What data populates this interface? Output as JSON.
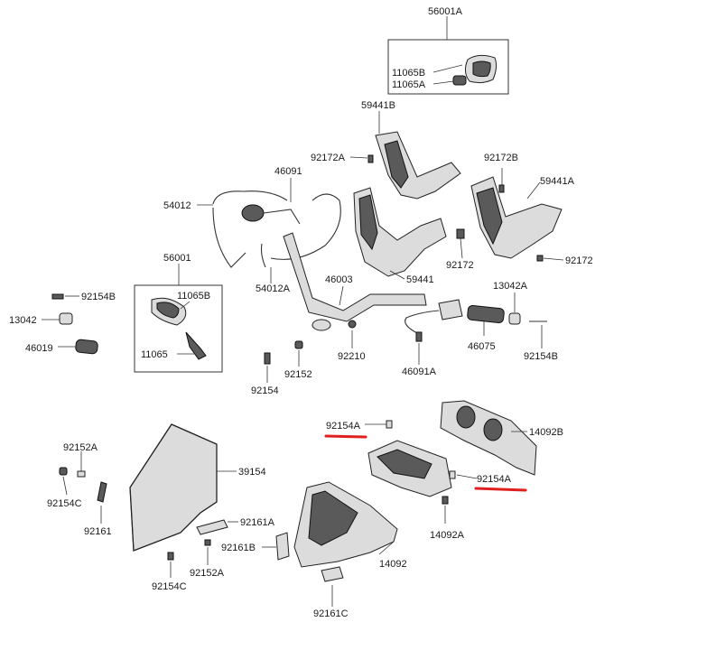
{
  "accent_color": "#e0201e",
  "parts": {
    "p56001A": "56001A",
    "p11065B_top": "11065B",
    "p11065A": "11065A",
    "p59441B": "59441B",
    "p92172A": "92172A",
    "p92172B": "92172B",
    "p46091": "46091",
    "p59441A": "59441A",
    "p54012": "54012",
    "p92172_a": "92172",
    "p92172_b": "92172",
    "p56001": "56001",
    "p54012A": "54012A",
    "p46003": "46003",
    "p59441": "59441",
    "p92154B_a": "92154B",
    "p11065B_left": "11065B",
    "p13042": "13042",
    "p13042A": "13042A",
    "p46019": "46019",
    "p11065": "11065",
    "p92210": "92210",
    "p46075": "46075",
    "p92154B_b": "92154B",
    "p92152": "92152",
    "p92154": "92154",
    "p46091A": "46091A",
    "p92154A_a": "92154A",
    "p14092B": "14092B",
    "p92152A_a": "92152A",
    "p39154": "39154",
    "p92154A_b": "92154A",
    "p92154C_a": "92154C",
    "p92161": "92161",
    "p92161A": "92161A",
    "p14092A": "14092A",
    "p92161B": "92161B",
    "p92152A_b": "92152A",
    "p14092": "14092",
    "p92154C_b": "92154C",
    "p92161C": "92161C"
  }
}
